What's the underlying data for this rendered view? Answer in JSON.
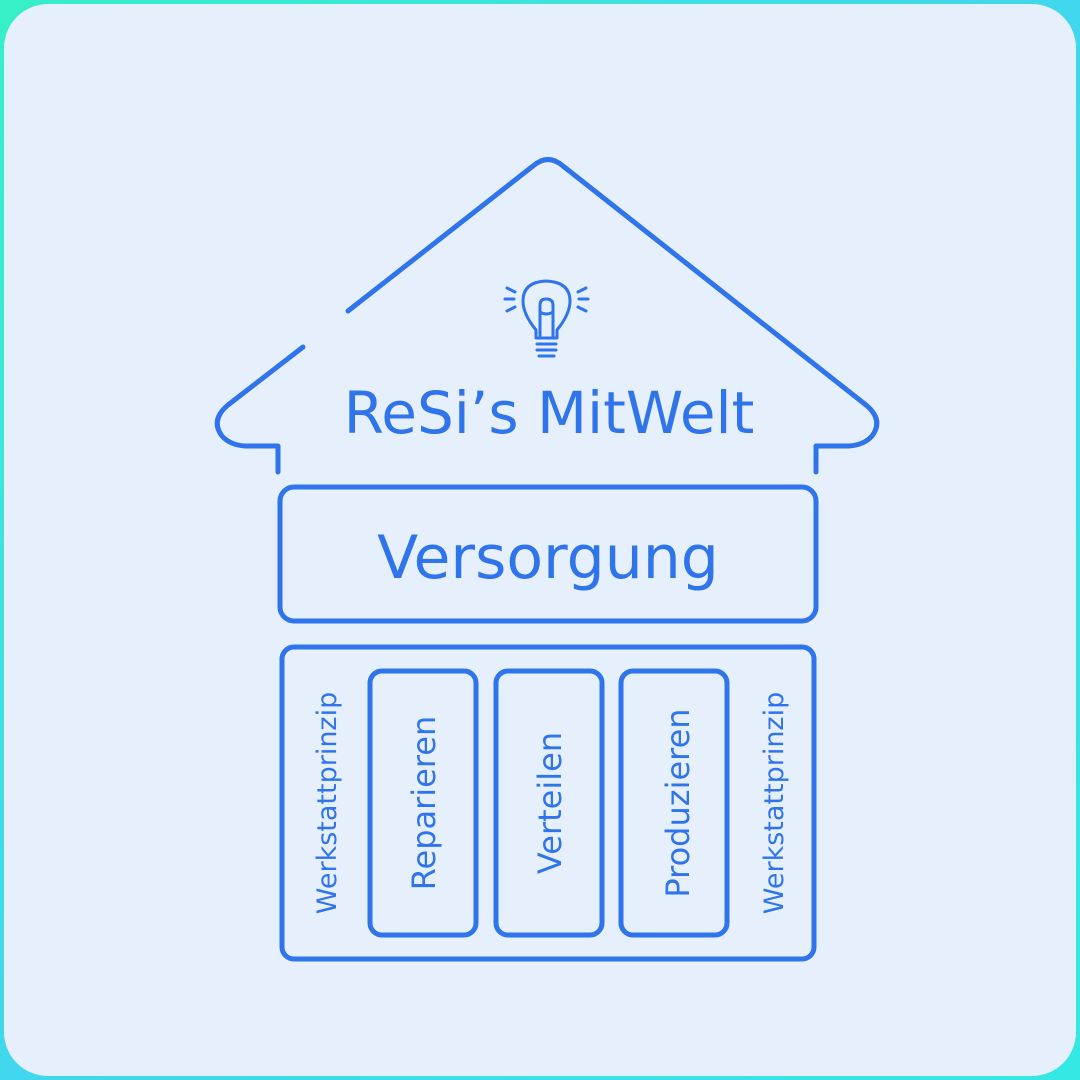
{
  "house": {
    "title": "ReSi’s MitWelt",
    "beam_label": "Versorgung",
    "left_side_label": "Werkstattprinzip",
    "right_side_label": "Werkstattprinzip",
    "pillars": [
      {
        "label": "Reparieren"
      },
      {
        "label": "Verteilen"
      },
      {
        "label": "Produzieren"
      }
    ]
  },
  "colors": {
    "stroke": "#3074eb",
    "card_background": "#e6f0fc",
    "border_gradient": "#36f0c8"
  },
  "icons": {
    "roof_icon": "lightbulb-icon"
  }
}
